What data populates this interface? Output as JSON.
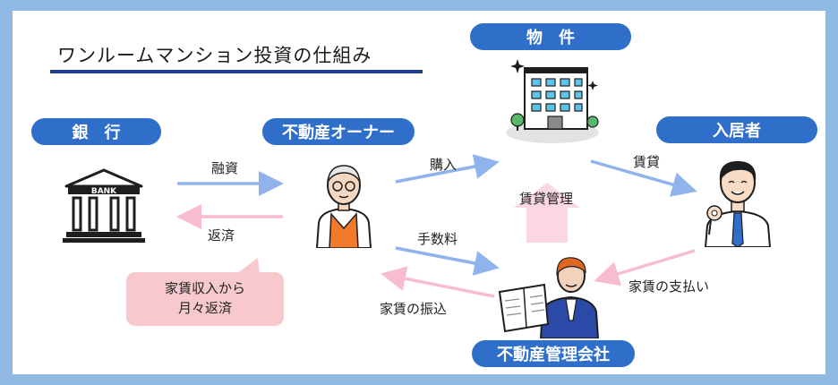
{
  "title": "ワンルームマンション投資の仕組み",
  "roles": {
    "bank": "銀　行",
    "owner": "不動産オーナー",
    "property": "物　件",
    "tenant": "入居者",
    "manager": "不動産管理会社"
  },
  "flows": {
    "loan": "融資",
    "repay": "返済",
    "purchase": "購入",
    "lease": "賃貸",
    "lease_mgmt": "賃貸管理",
    "fee": "手数料",
    "rent_transfer": "家賃の振込",
    "rent_payment": "家賃の支払い"
  },
  "bubble": [
    "家賃収入から",
    "月々返済"
  ],
  "bank_sign": "BANK",
  "colors": {
    "background": "#8fb8e3",
    "pill": "#2f6fca",
    "arrow_blue": "#90b3ee",
    "arrow_pink": "#f7bcd0",
    "bubble": "#f7c9cc",
    "underline": "#1f3f93"
  }
}
